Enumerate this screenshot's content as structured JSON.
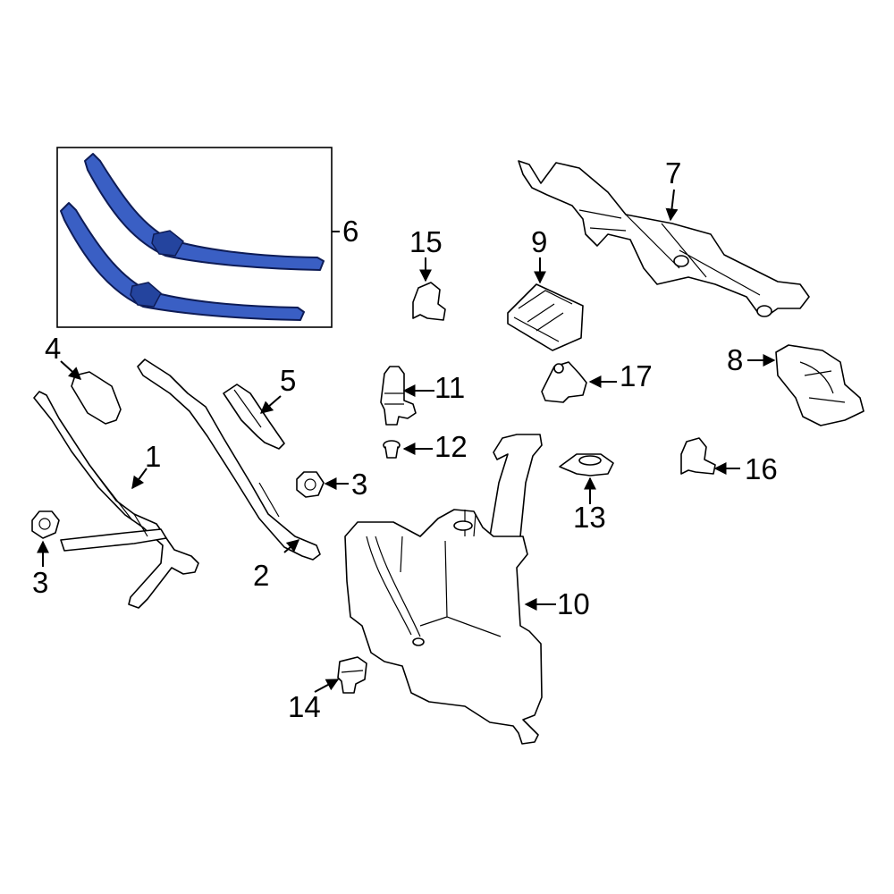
{
  "diagram": {
    "callouts": {
      "c1": "1",
      "c2": "2",
      "c3a": "3",
      "c3b": "3",
      "c4": "4",
      "c5": "5",
      "c6": "6",
      "c7": "7",
      "c8": "8",
      "c9": "9",
      "c10": "10",
      "c11": "11",
      "c12": "12",
      "c13": "13",
      "c14": "14",
      "c15": "15",
      "c16": "16",
      "c17": "17"
    },
    "colors": {
      "highlight": "#3a5fc4",
      "line": "#000000",
      "background": "#ffffff"
    }
  }
}
